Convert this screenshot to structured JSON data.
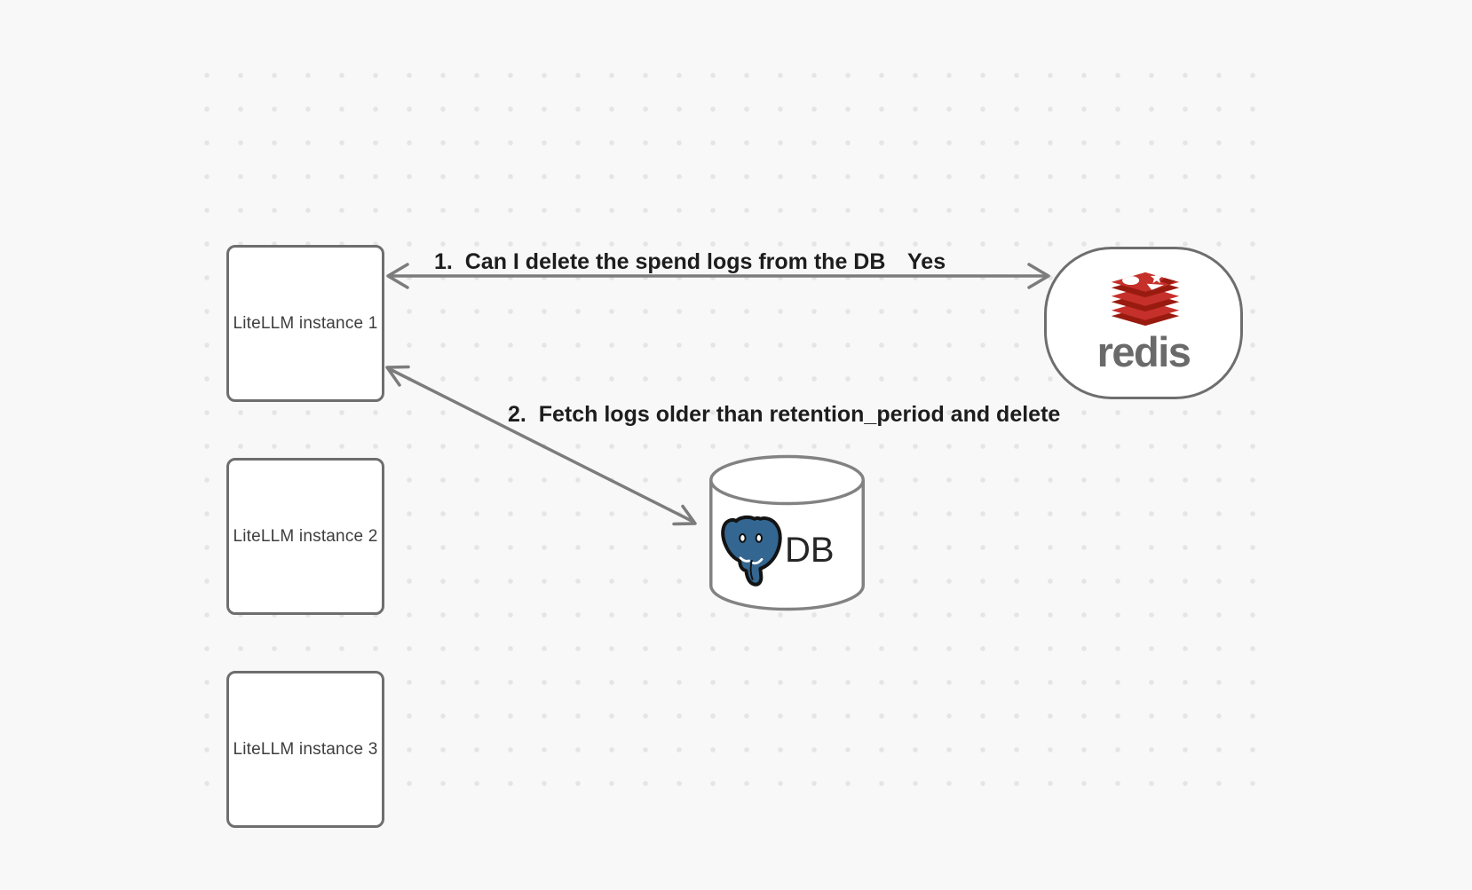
{
  "diagram": {
    "instances": [
      {
        "label": "LiteLLM instance 1"
      },
      {
        "label": "LiteLLM instance 2"
      },
      {
        "label": "LiteLLM instance 3"
      }
    ],
    "redis": {
      "wordmark": "redis"
    },
    "db": {
      "label": "DB"
    },
    "flows": {
      "step1_question": "1.  Can I delete the spend logs from the DB",
      "step1_answer": "Yes",
      "step2": "2.  Fetch logs older than retention_period and delete"
    },
    "colors": {
      "background": "#f8f8f8",
      "dot": "#e5e5e5",
      "stroke_gray": "#7c7c7c",
      "node_border": "#6e6e6e",
      "label_text": "#1d1d1d",
      "node_text": "#3e3e3e",
      "redis_red": "#c6302b",
      "redis_red_dark": "#991b10",
      "redis_wordmark_gray": "#6a6a6a",
      "postgres_blue": "#336791"
    }
  }
}
